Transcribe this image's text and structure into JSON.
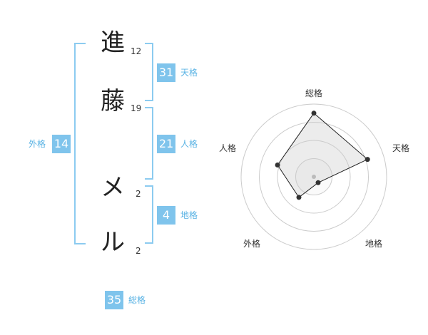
{
  "name": [
    {
      "char": "進",
      "strokes": "12"
    },
    {
      "char": "藤",
      "strokes": "19"
    },
    {
      "char": "メ",
      "strokes": "2"
    },
    {
      "char": "ル",
      "strokes": "2"
    }
  ],
  "kakusu": {
    "tenkaku": {
      "value": "31",
      "label": "天格"
    },
    "jinkaku": {
      "value": "21",
      "label": "人格"
    },
    "chikaku": {
      "value": "4",
      "label": "地格"
    },
    "gaikaku": {
      "value": "14",
      "label": "外格"
    },
    "soukaku": {
      "value": "35",
      "label": "総格"
    }
  },
  "chart_data": {
    "type": "radar",
    "axes": [
      "総格",
      "天格",
      "地格",
      "外格",
      "人格"
    ],
    "values": [
      35,
      31,
      4,
      14,
      21
    ],
    "rings": 4
  },
  "colors": {
    "accent": "#7fc4ec",
    "bracket": "#8ccbf0",
    "label": "#5ab3e4"
  }
}
